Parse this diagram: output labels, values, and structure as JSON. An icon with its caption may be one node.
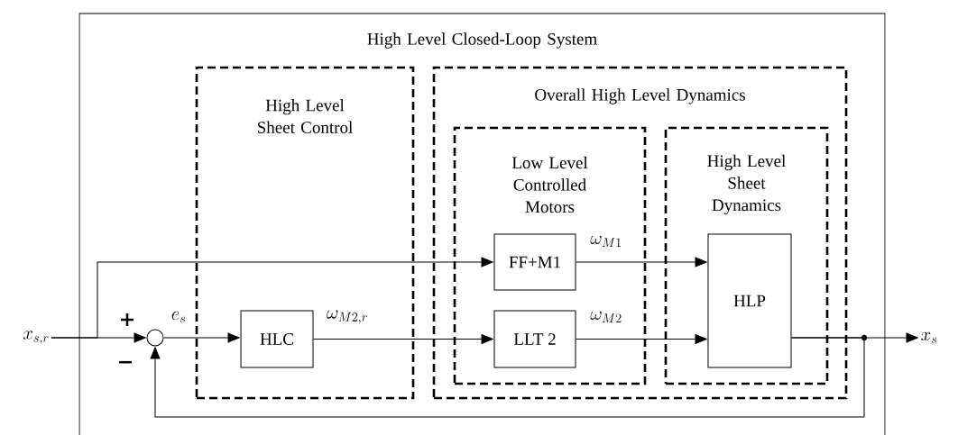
{
  "diagram": {
    "nodes": [
      {
        "text": [
          "High Level Closed-Loop System"
        ]
      },
      {
        "text": [
          "High Level Sheet Control"
        ],
        "in": 0
      },
      {
        "text": [
          "Overall High Level Dynamics"
        ],
        "in": 0
      },
      {
        "text": [
          "Low Level Controlled Motors"
        ],
        "in": 2
      },
      {
        "text": [
          "High Level Sheet Dynamics"
        ],
        "in": 2
      },
      {
        "text": [],
        "shape": "circle",
        "in": 0
      },
      {
        "text": [
          "HLC"
        ],
        "in": 1
      },
      {
        "text": [
          "FF+M1"
        ],
        "in": 3
      },
      {
        "text": [
          "LLT 2"
        ],
        "in": 3
      },
      {
        "text": [
          "HLP"
        ],
        "in": 4
      },
      {
        "text": [
          "x_{s,r}"
        ]
      },
      {
        "text": [
          "x_s"
        ]
      }
    ],
    "edges": [
      {
        "from": 10,
        "to": 5,
        "arrow": "to"
      },
      {
        "from": 10,
        "to": 7,
        "arrow": "to"
      },
      {
        "from": 5,
        "to": 6,
        "arrow": "to",
        "label": "e_s"
      },
      {
        "from": 6,
        "to": 8,
        "arrow": "to",
        "label": "\\omega_{M2,r}"
      },
      {
        "from": 7,
        "to": 9,
        "arrow": "to",
        "label": "\\omega_{M1}"
      },
      {
        "from": 8,
        "to": 9,
        "arrow": "to",
        "label": "\\omega_{M2}"
      },
      {
        "from": 9,
        "to": 11,
        "arrow": "to"
      },
      {
        "from": 9,
        "to": 5,
        "arrow": "to"
      }
    ],
    "labels": [
      "+",
      "−"
    ]
  }
}
